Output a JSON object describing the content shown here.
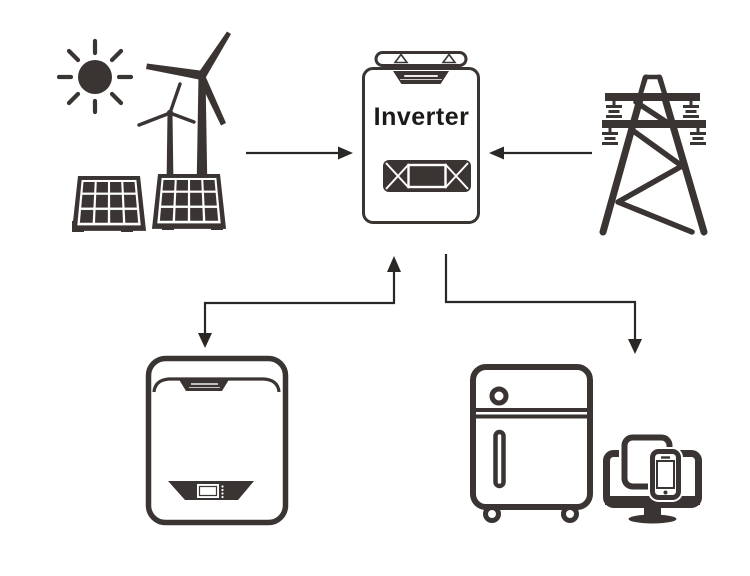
{
  "colors": {
    "icon": "#3a3533",
    "arrow": "#2b2725",
    "text": "#1c1a19",
    "background": "#ffffff"
  },
  "inverter": {
    "label": "Inverter"
  },
  "diagram": {
    "type": "energy-flow-diagram",
    "nodes": [
      {
        "id": "renewable-sources",
        "parts": [
          "sun-icon",
          "wind-turbine-icon",
          "solar-panel-icon"
        ]
      },
      {
        "id": "inverter",
        "label": "Inverter",
        "parts": [
          "mounting-bracket",
          "brand-label",
          "display-panel"
        ]
      },
      {
        "id": "utility-grid",
        "parts": [
          "transmission-tower-icon"
        ]
      },
      {
        "id": "battery-storage",
        "parts": [
          "battery-cabinet-icon",
          "brand-label",
          "display-screen"
        ]
      },
      {
        "id": "home-loads",
        "parts": [
          "refrigerator-icon",
          "monitor-icon",
          "tablet-icon",
          "smartphone-icon"
        ]
      }
    ],
    "edges": [
      {
        "from": "renewable-sources",
        "to": "inverter",
        "arrow": "right"
      },
      {
        "from": "utility-grid",
        "to": "inverter",
        "arrow": "left"
      },
      {
        "from": "battery-storage",
        "to": "inverter",
        "arrow": "up"
      },
      {
        "from": "inverter",
        "to": "battery-storage",
        "arrow": "down"
      },
      {
        "from": "inverter",
        "to": "home-loads",
        "arrow": "down"
      }
    ]
  }
}
